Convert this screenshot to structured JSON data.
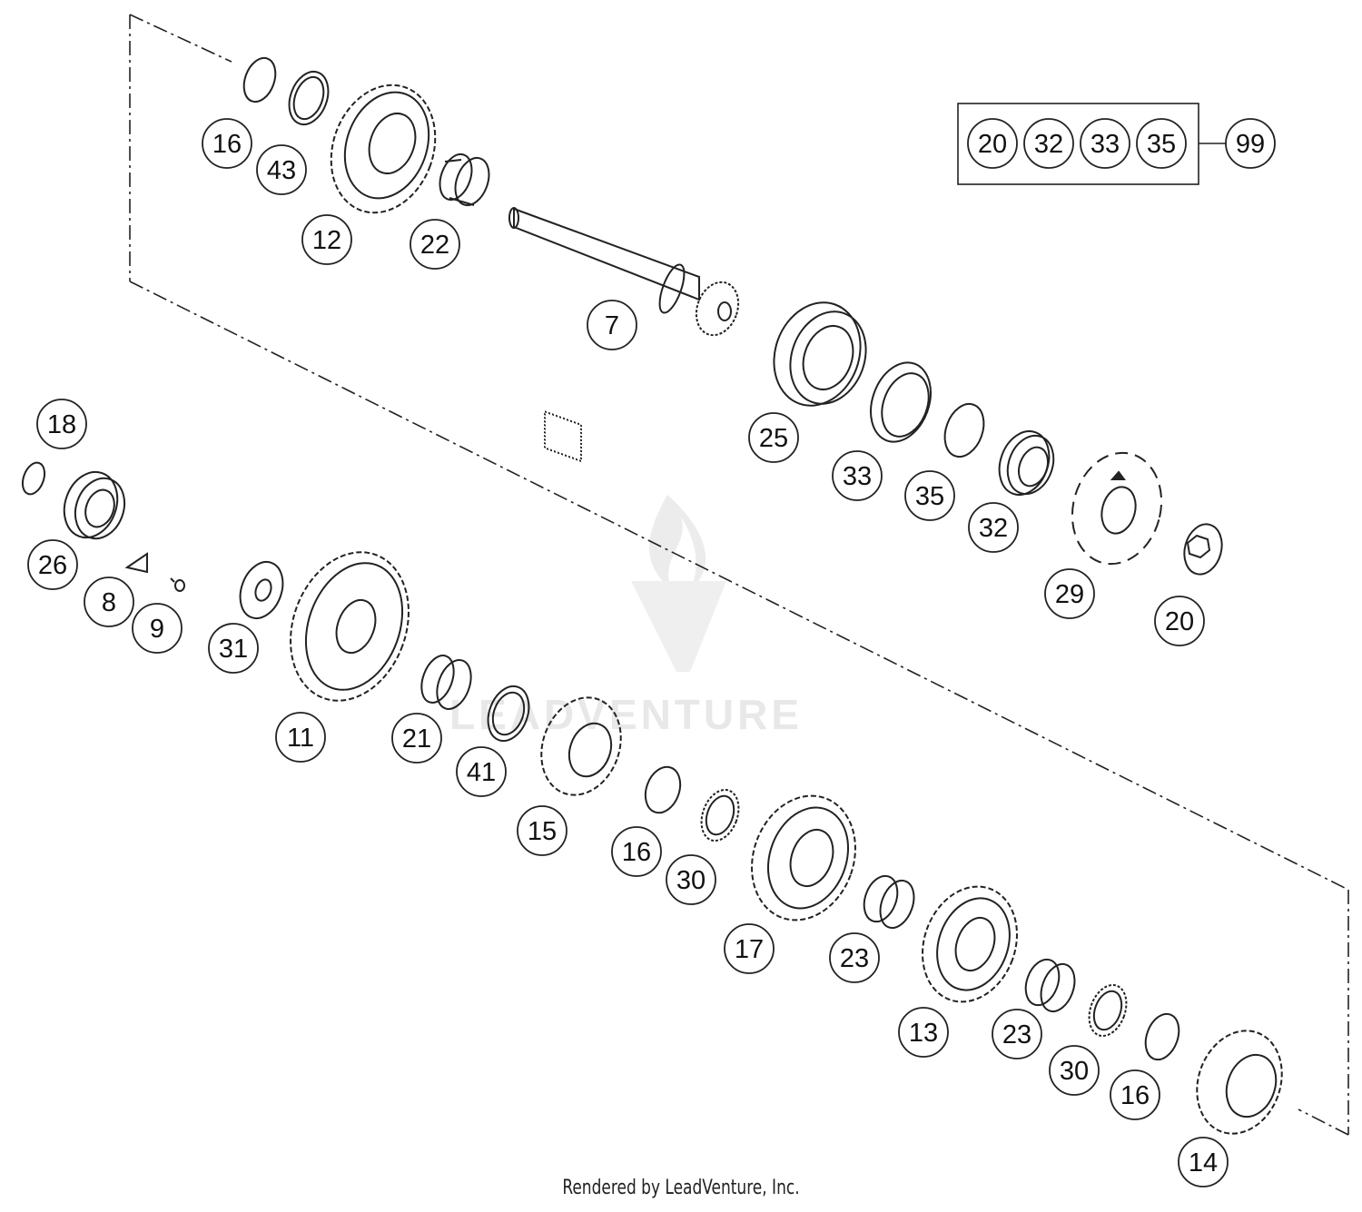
{
  "callouts": [
    {
      "label": "16"
    },
    {
      "label": "43"
    },
    {
      "label": "12"
    },
    {
      "label": "22"
    },
    {
      "label": "7"
    },
    {
      "label": "25"
    },
    {
      "label": "33"
    },
    {
      "label": "35"
    },
    {
      "label": "32"
    },
    {
      "label": "29"
    },
    {
      "label": "20"
    },
    {
      "label": "18"
    },
    {
      "label": "26"
    },
    {
      "label": "8"
    },
    {
      "label": "9"
    },
    {
      "label": "31"
    },
    {
      "label": "11"
    },
    {
      "label": "21"
    },
    {
      "label": "41"
    },
    {
      "label": "15"
    },
    {
      "label": "16"
    },
    {
      "label": "30"
    },
    {
      "label": "17"
    },
    {
      "label": "23"
    },
    {
      "label": "13"
    },
    {
      "label": "23"
    },
    {
      "label": "30"
    },
    {
      "label": "16"
    },
    {
      "label": "14"
    }
  ],
  "kit": {
    "items": [
      "20",
      "32",
      "33",
      "35"
    ],
    "result": "99"
  },
  "watermark": "LEADVENTURE",
  "footer": "Rendered by LeadVenture, Inc."
}
